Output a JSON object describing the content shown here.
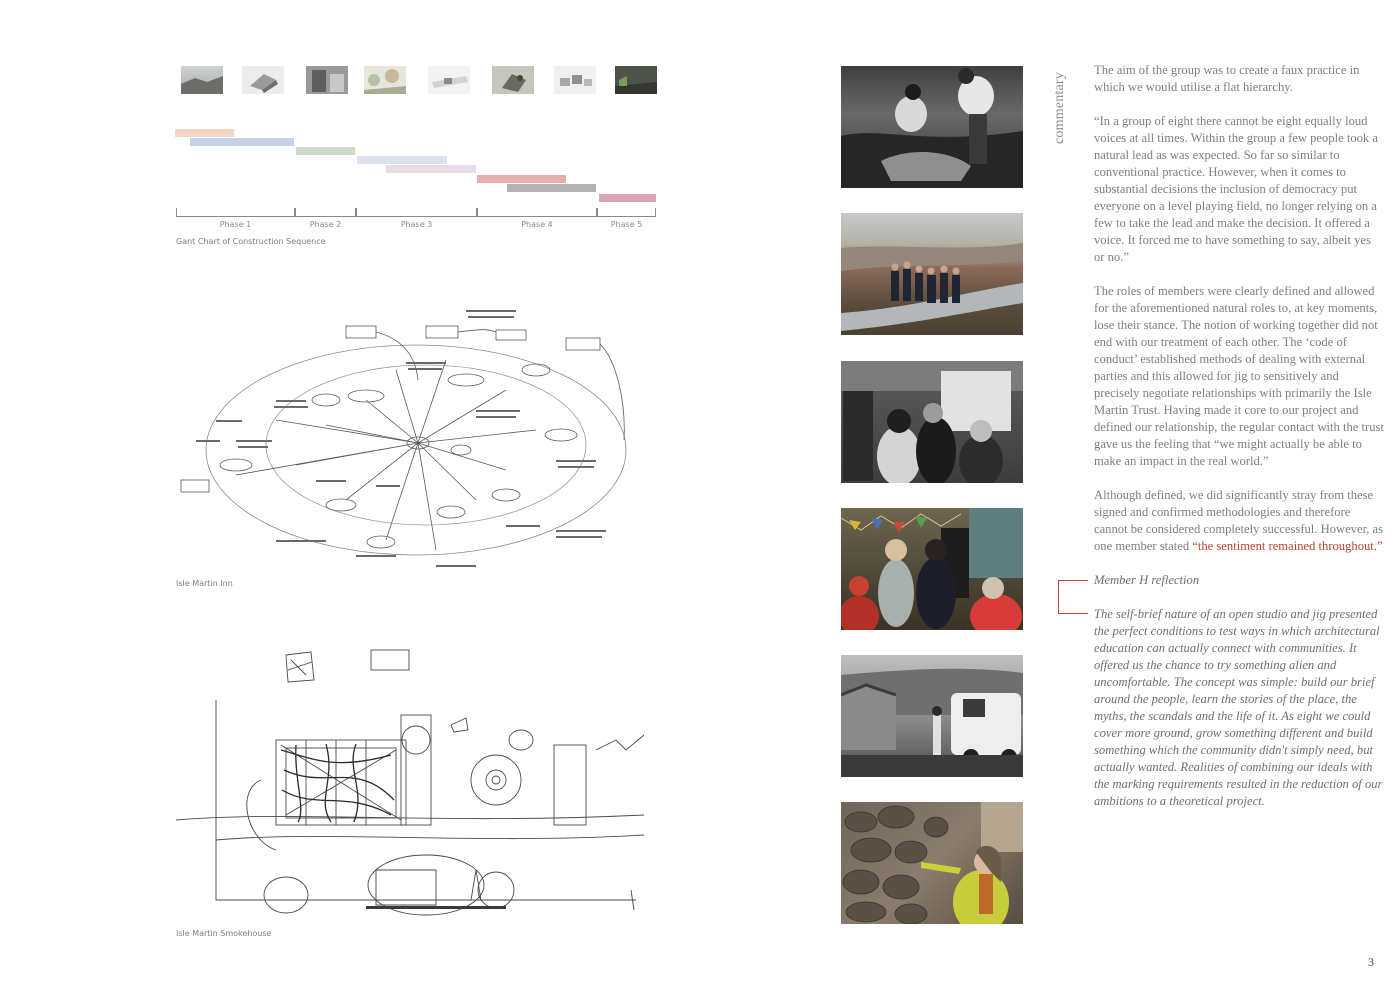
{
  "thumbnails": [
    {
      "num": "1",
      "icon": "site-photo-thumbnail"
    },
    {
      "num": "2",
      "icon": "model-thumbnail"
    },
    {
      "num": "3",
      "icon": "model-thumbnail"
    },
    {
      "num": "4",
      "icon": "site-photo-thumbnail"
    },
    {
      "num": "5",
      "icon": "model-thumbnail"
    },
    {
      "num": "6",
      "icon": "model-thumbnail"
    },
    {
      "num": "7",
      "icon": "model-thumbnail"
    },
    {
      "num": "8",
      "icon": "render-thumbnail"
    }
  ],
  "gantt": {
    "caption": "Gant Chart of Construction Sequence",
    "phases": [
      "Phase 1",
      "Phase 2",
      "Phase 3",
      "Phase 4",
      "Phase 5"
    ],
    "bar_colors": [
      "#f3d5c6",
      "#c5d1e6",
      "#cfdac9",
      "#dde3ec",
      "#e6dde6",
      "#e7aeb1",
      "#b3b3b3",
      "#dba7b8"
    ]
  },
  "sketch_captions": {
    "mindmap": "Isle Martin Inn",
    "plan": "Isle Martin Smokehouse"
  },
  "photos": [
    {
      "icon": "photo-people-building-stone-wall",
      "tone": "bw"
    },
    {
      "icon": "photo-group-on-hillside-road",
      "tone": "colour"
    },
    {
      "icon": "photo-group-in-kitchen",
      "tone": "bw"
    },
    {
      "icon": "photo-community-meeting-with-bunting",
      "tone": "colour"
    },
    {
      "icon": "photo-van-beside-cottage",
      "tone": "bw"
    },
    {
      "icon": "photo-woman-touching-stone-wall",
      "tone": "colour"
    }
  ],
  "commentary": {
    "side_label": "commentary",
    "p1": "The aim of the group was to create a faux practice in which we would utilise a flat hierarchy.",
    "p2": "“In a group of eight there cannot be eight equally loud voices at all times. Within the group a few people took a natural lead as was expected. So far so similar to conventional practice. However, when it comes to substantial decisions the inclusion of democracy put everyone on a level playing field, no longer relying on a few to take the lead and make the decision. It offered a voice. It forced me to have something to say, albeit yes or no.”",
    "p3": "The roles of members were clearly defined and allowed for the aforementioned natural roles to, at key moments, lose their stance. The notion of working together did not end with our treatment of each other. The ‘code of conduct’ established methods of dealing with external parties and this allowed for jig to sensitively and precisely negotiate relationships with primarily the Isle Martin Trust. Having made it core to our project and defined our relationship, the regular contact with the trust gave us the feeling that “we might actually be able to make an impact in the real world.”",
    "p4_start": "Although defined, we did significantly stray from these signed and confirmed methodologies and therefore cannot be considered completely successful. However, as one member stated ",
    "p4_quote": "“the sentiment remained throughout.”",
    "reflection_title": "Member H reflection",
    "reflection_body": "The self-brief nature of an open studio and jig presented the perfect conditions to test ways in which architectural education can actually connect with communities. It offered us the chance to try something alien and uncomfortable. The concept was simple: build our brief around the people, learn the stories of the place, the myths, the scandals and the life of it. As eight we could cover more ground, grow something different and build something which the community didn't simply need, but actually wanted. Realities of combining our ideals with the marking requirements resulted in the reduction of our ambitions to a theoretical project."
  },
  "colors": {
    "accent_red": "#c2432f"
  },
  "page_number": "3"
}
